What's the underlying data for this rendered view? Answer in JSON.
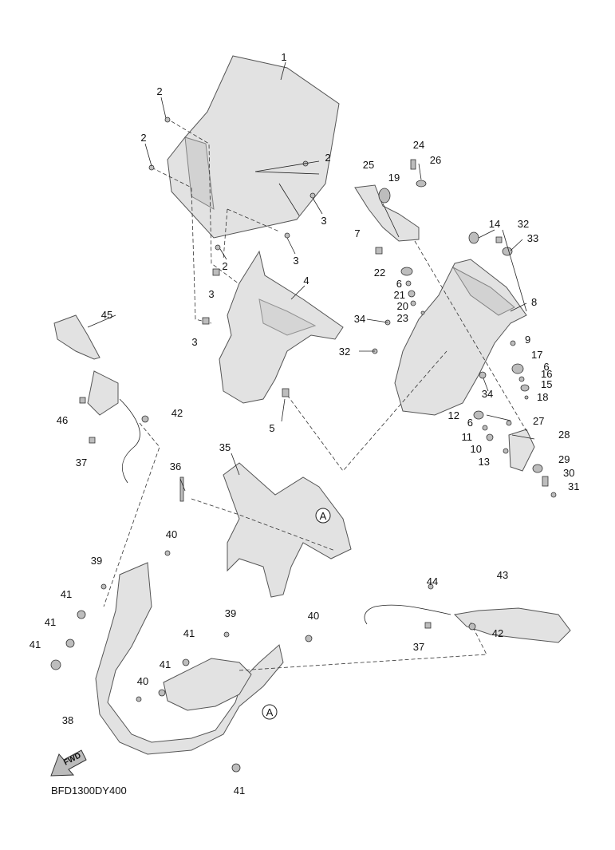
{
  "diagram_code": "BFD1300DY400",
  "fwd_label": "FWD",
  "ref_marks": [
    "A",
    "A"
  ],
  "callouts": [
    {
      "id": "c1",
      "text": "1"
    },
    {
      "id": "c2a",
      "text": "2"
    },
    {
      "id": "c2b",
      "text": "2"
    },
    {
      "id": "c2c",
      "text": "2"
    },
    {
      "id": "c2d",
      "text": "2"
    },
    {
      "id": "c3a",
      "text": "3"
    },
    {
      "id": "c3b",
      "text": "3"
    },
    {
      "id": "c3c",
      "text": "3"
    },
    {
      "id": "c3d",
      "text": "3"
    },
    {
      "id": "c4",
      "text": "4"
    },
    {
      "id": "c5",
      "text": "5"
    },
    {
      "id": "c6a",
      "text": "6"
    },
    {
      "id": "c6b",
      "text": "6"
    },
    {
      "id": "c6c",
      "text": "6"
    },
    {
      "id": "c7",
      "text": "7"
    },
    {
      "id": "c8",
      "text": "8"
    },
    {
      "id": "c9",
      "text": "9"
    },
    {
      "id": "c10",
      "text": "10"
    },
    {
      "id": "c11",
      "text": "11"
    },
    {
      "id": "c12",
      "text": "12"
    },
    {
      "id": "c13",
      "text": "13"
    },
    {
      "id": "c14",
      "text": "14"
    },
    {
      "id": "c15",
      "text": "15"
    },
    {
      "id": "c16",
      "text": "16"
    },
    {
      "id": "c17",
      "text": "17"
    },
    {
      "id": "c18",
      "text": "18"
    },
    {
      "id": "c19",
      "text": "19"
    },
    {
      "id": "c20",
      "text": "20"
    },
    {
      "id": "c21",
      "text": "21"
    },
    {
      "id": "c22",
      "text": "22"
    },
    {
      "id": "c23",
      "text": "23"
    },
    {
      "id": "c24",
      "text": "24"
    },
    {
      "id": "c25",
      "text": "25"
    },
    {
      "id": "c26",
      "text": "26"
    },
    {
      "id": "c27",
      "text": "27"
    },
    {
      "id": "c28",
      "text": "28"
    },
    {
      "id": "c29",
      "text": "29"
    },
    {
      "id": "c30",
      "text": "30"
    },
    {
      "id": "c31",
      "text": "31"
    },
    {
      "id": "c32a",
      "text": "32"
    },
    {
      "id": "c32b",
      "text": "32"
    },
    {
      "id": "c33",
      "text": "33"
    },
    {
      "id": "c34a",
      "text": "34"
    },
    {
      "id": "c34b",
      "text": "34"
    },
    {
      "id": "c35",
      "text": "35"
    },
    {
      "id": "c36",
      "text": "36"
    },
    {
      "id": "c37a",
      "text": "37"
    },
    {
      "id": "c37b",
      "text": "37"
    },
    {
      "id": "c38",
      "text": "38"
    },
    {
      "id": "c39a",
      "text": "39"
    },
    {
      "id": "c39b",
      "text": "39"
    },
    {
      "id": "c40a",
      "text": "40"
    },
    {
      "id": "c40b",
      "text": "40"
    },
    {
      "id": "c40c",
      "text": "40"
    },
    {
      "id": "c41a",
      "text": "41"
    },
    {
      "id": "c41b",
      "text": "41"
    },
    {
      "id": "c41c",
      "text": "41"
    },
    {
      "id": "c41d",
      "text": "41"
    },
    {
      "id": "c41e",
      "text": "41"
    },
    {
      "id": "c41f",
      "text": "41"
    },
    {
      "id": "c42a",
      "text": "42"
    },
    {
      "id": "c42b",
      "text": "42"
    },
    {
      "id": "c43",
      "text": "43"
    },
    {
      "id": "c44",
      "text": "44"
    },
    {
      "id": "c45",
      "text": "45"
    },
    {
      "id": "c46",
      "text": "46"
    }
  ]
}
